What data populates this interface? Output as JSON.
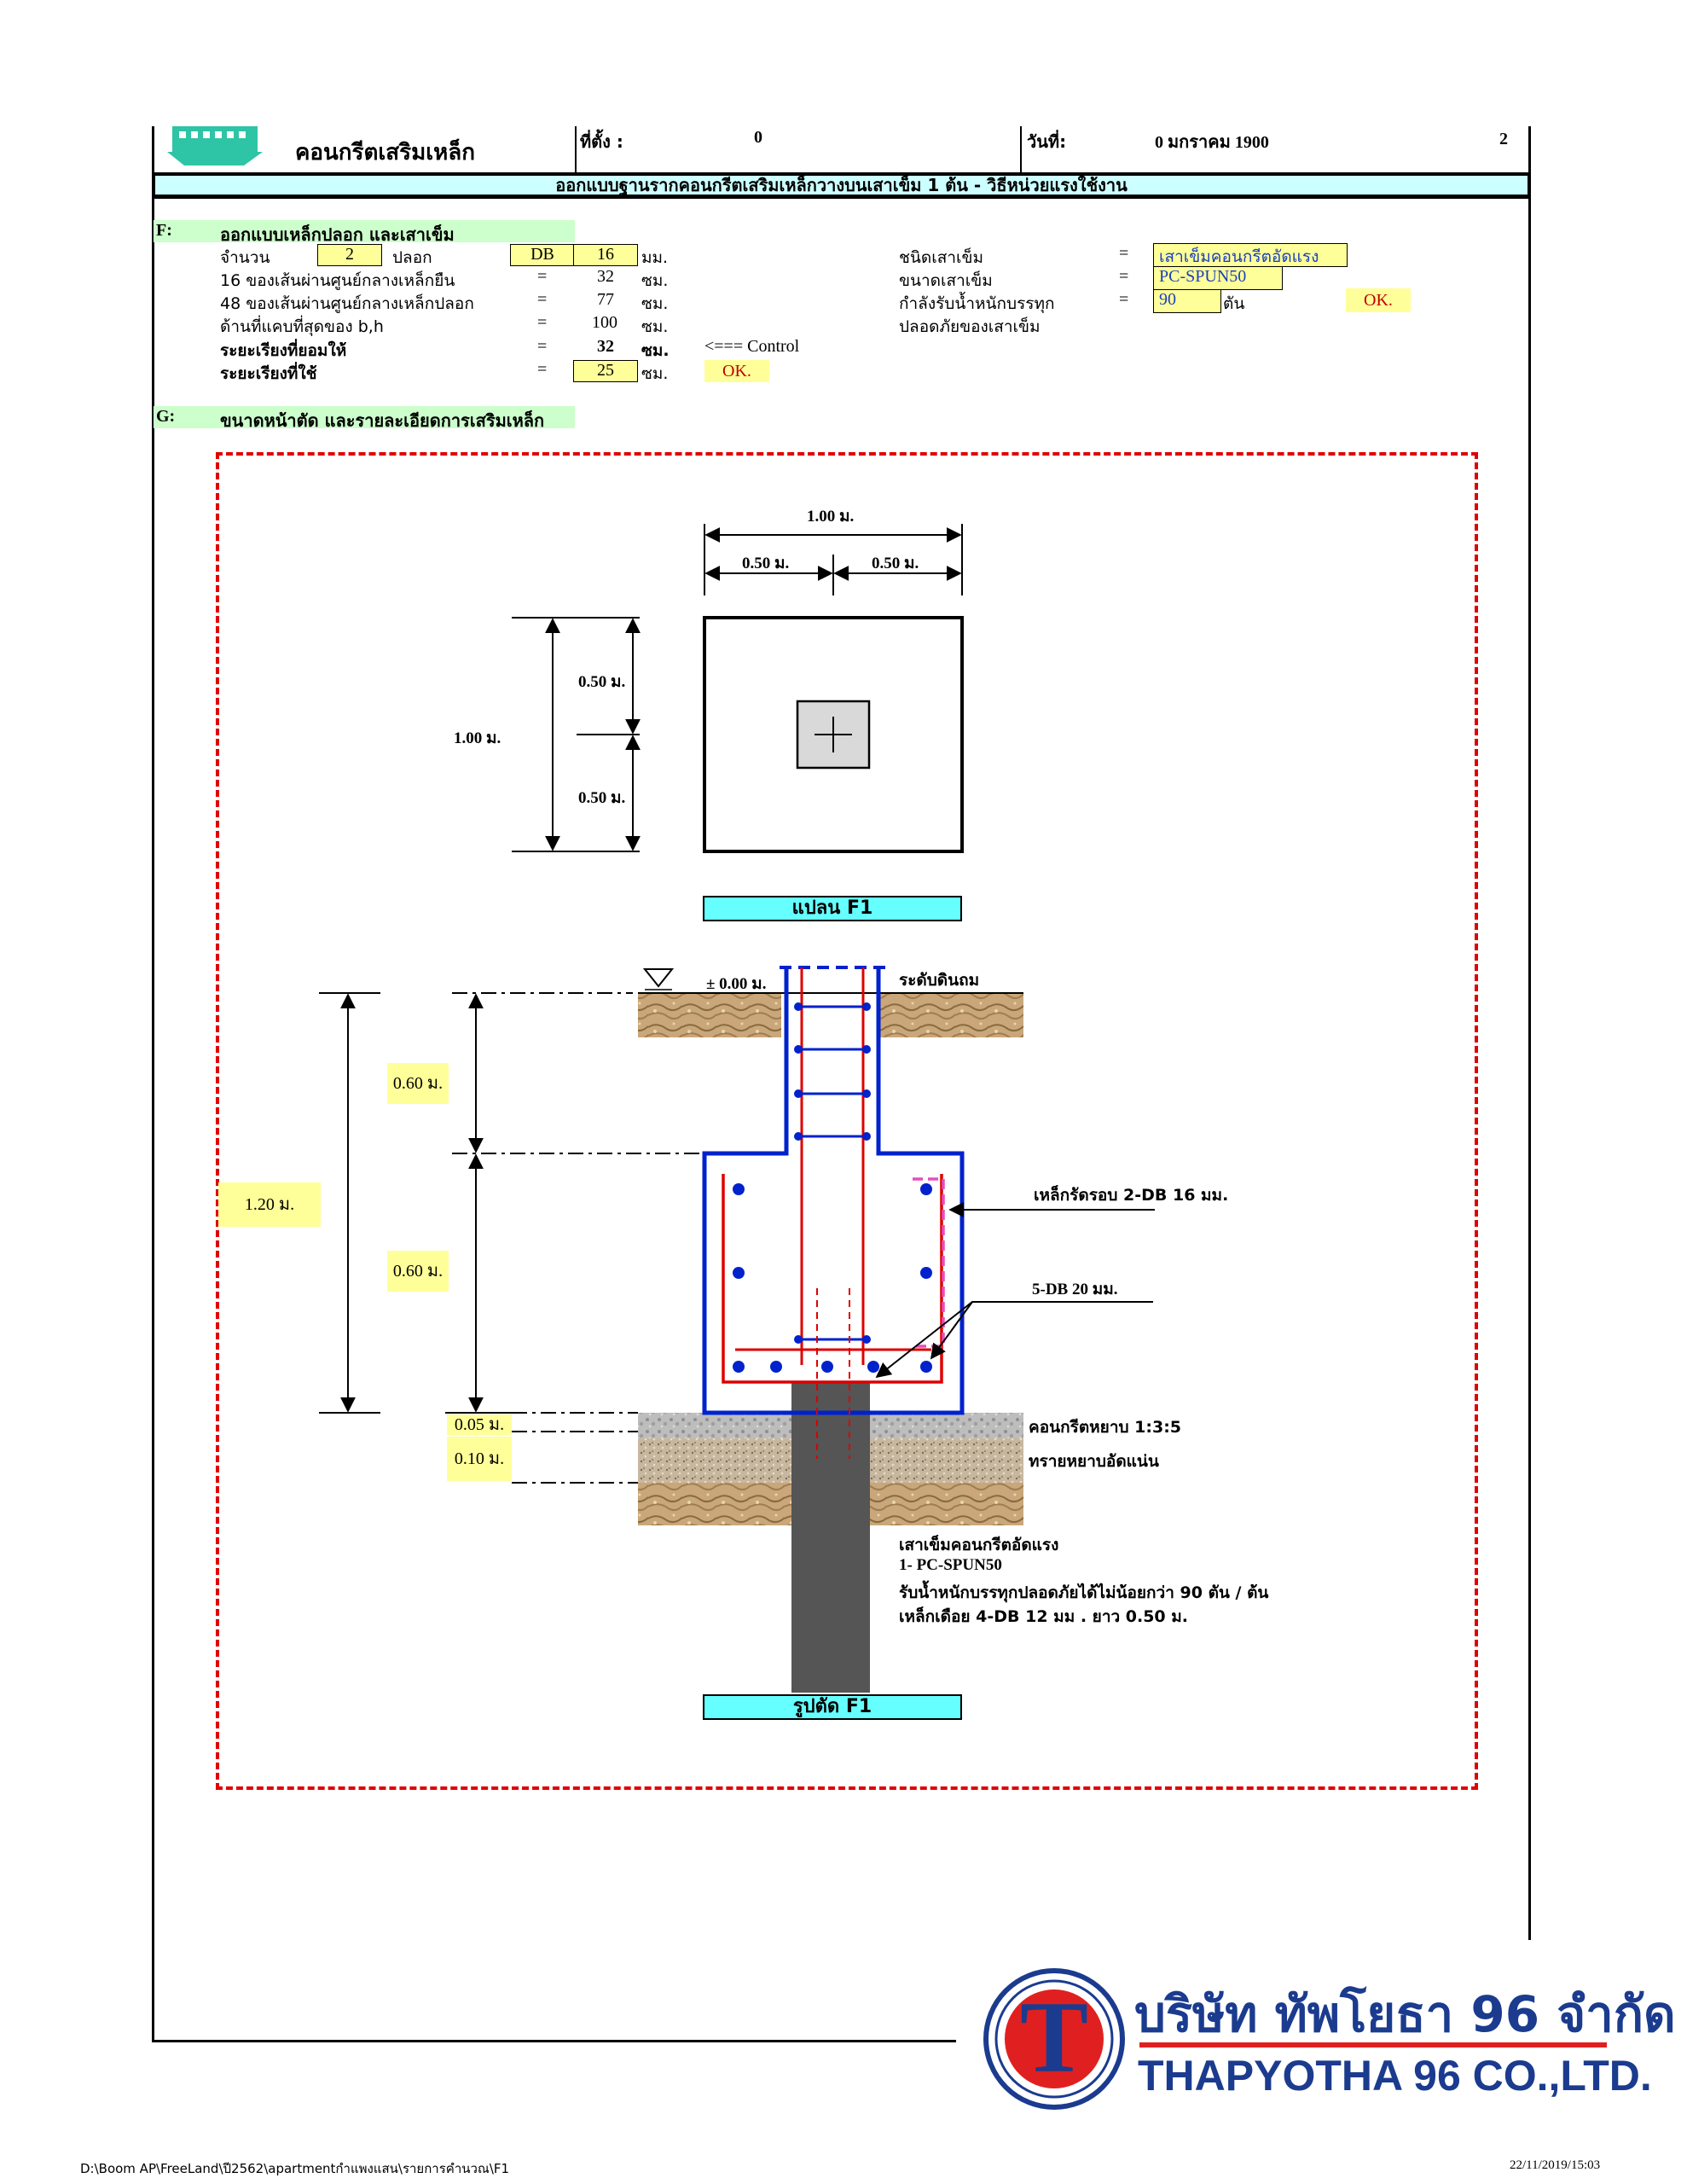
{
  "header": {
    "title": "คอนกรีตเสริมเหล็ก",
    "location_label": "ที่ตั้ง :",
    "location_value": "0",
    "date_label": "วันที่:",
    "date_value": "0 มกราคม 1900",
    "page_number": "2",
    "subtitle": "ออกแบบฐานรากคอนกรีตเสริมเหล็กวางบนเสาเข็ม 1 ต้น - วิธีหน่วยแรงใช้งาน"
  },
  "section_f": {
    "code": "F:",
    "title": "ออกแบบเหล็กปลอก และเสาเข็ม",
    "count_label": "จำนวน",
    "count_value": "2",
    "stirrup_label": "ปลอก",
    "bar_type": "DB",
    "bar_size": "16",
    "unit_mm": "มม.",
    "rows": [
      {
        "label": "16 ของเส้นผ่านศูนย์กลางเหล็กยืน",
        "eq": "=",
        "value": "32",
        "unit": "ซม."
      },
      {
        "label": "48 ของเส้นผ่านศูนย์กลางเหล็กปลอก",
        "eq": "=",
        "value": "77",
        "unit": "ซม."
      },
      {
        "label": "ด้านที่แคบที่สุดของ b,h",
        "eq": "=",
        "value": "100",
        "unit": "ซม."
      }
    ],
    "allowable_label": "ระยะเรียงที่ยอมให้",
    "allowable_eq": "=",
    "allowable_value": "32",
    "allowable_unit": "ซม.",
    "control_note": "<=== Control",
    "used_label": "ระยะเรียงที่ใช้",
    "used_eq": "=",
    "used_value": "25",
    "used_unit": "ซม.",
    "used_status": "OK.",
    "pile_type_label": "ชนิดเสาเข็ม",
    "pile_type_eq": "=",
    "pile_type_value": "เสาเข็มคอนกรีตอัดแรง",
    "pile_size_label": "ขนาดเสาเข็ม",
    "pile_size_eq": "=",
    "pile_size_value": "PC-SPUN50",
    "capacity_label": "กำลังรับน้ำหนักบรรทุก",
    "capacity_eq": "=",
    "capacity_value": "90",
    "capacity_unit": "ตัน",
    "capacity_status": "OK.",
    "safety_label": "ปลอดภัยของเสาเข็ม"
  },
  "section_g": {
    "code": "G:",
    "title": "ขนาดหน้าตัด และรายละเอียดการเสริมเหล็ก"
  },
  "plan": {
    "total_width": "1.00 ม.",
    "half_left": "0.50 ม.",
    "half_right": "0.50 ม.",
    "total_height": "1.00 ม.",
    "half_top": "0.50 ม.",
    "half_bottom": "0.50 ม.",
    "label": "แปลน F1"
  },
  "section_view": {
    "ground_level": "± 0.00 ม.",
    "ground_label": "ระดับดินถม",
    "dim_column": "0.60 ม.",
    "dim_footing": "0.60 ม.",
    "dim_total": "1.20 ม.",
    "dim_lean": "0.05 ม.",
    "dim_sand": "0.10 ม.",
    "stirrup_note": "เหล็กรัดรอบ 2-DB 16  มม.",
    "main_bar_note": "5-DB 20 มม.",
    "lean_concrete": "คอนกรีตหยาบ 1:3:5",
    "sand": "ทรายหยาบอัดแน่น",
    "pile_notes": [
      "เสาเข็มคอนกรีตอัดแรง",
      "1- PC-SPUN50",
      "รับน้ำหนักบรรทุกปลอดภัยได้ไม่น้อยกว่า 90 ตัน / ต้น",
      "เหล็กเดือย 4-DB 12 มม . ยาว 0.50 ม."
    ],
    "label": "รูปตัด F1"
  },
  "company": {
    "name_th": "บริษัท ทัพโยธา 96 จำกัด",
    "name_en": "THAPYOTHA 96 CO.,LTD.",
    "logo_letter": "T"
  },
  "footer": {
    "path": "D:\\Boom AP\\FreeLand\\ปี2562\\apartmentกำแพงแสน\\รายการคำนวณ\\F1",
    "timestamp": "22/11/2019/15:03"
  },
  "colors": {
    "cyan": "#66ffff",
    "yellow": "#ffff99",
    "green": "#ccffcc",
    "red_dash": "#e00000",
    "outline_blue": "#0022cc"
  }
}
